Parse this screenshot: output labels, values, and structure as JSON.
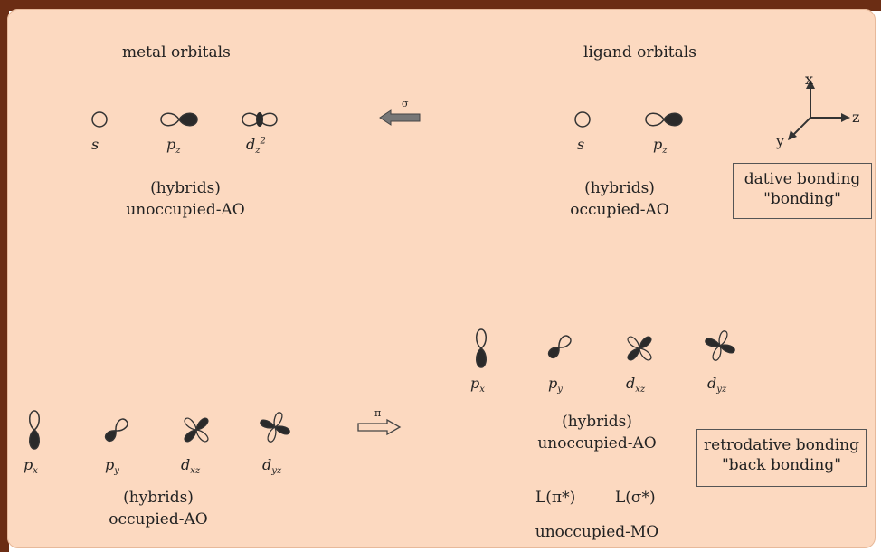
{
  "top_left": {
    "title": "metal orbitals",
    "orbitals": [
      "s",
      "pz",
      "dz2"
    ],
    "hybrids": "(hybrids)",
    "state": "unoccupied-AO"
  },
  "top_right": {
    "title": "ligand orbitals",
    "orbitals": [
      "s",
      "pz"
    ],
    "hybrids": "(hybrids)",
    "state": "occupied-AO"
  },
  "sigma_arrow_label": "σ",
  "pi_arrow_label": "π",
  "axes": {
    "x": "x",
    "y": "y",
    "z": "z"
  },
  "dative_box": {
    "line1": "dative bonding",
    "line2": "\"bonding\""
  },
  "bottom_left": {
    "orbitals": [
      "px",
      "py",
      "dxz",
      "dyz"
    ],
    "hybrids": "(hybrids)",
    "state": "occupied-AO"
  },
  "bottom_right": {
    "orbitals": [
      "px",
      "py",
      "dxz",
      "dyz"
    ],
    "hybrids": "(hybrids)",
    "state": "unoccupied-AO",
    "mo1": "L(π*)",
    "mo2": "L(σ*)",
    "mo_state": "unoccupied-MO"
  },
  "retro_box": {
    "line1": "retrodative bonding",
    "line2": "\"back bonding\""
  },
  "colors": {
    "background": "#fcd9c0",
    "frame": "#6b2d14",
    "lobe_dark": "#2a2a2a"
  }
}
